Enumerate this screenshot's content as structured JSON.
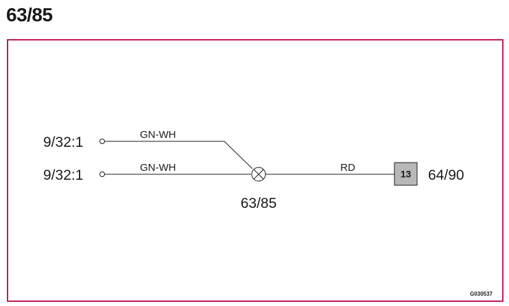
{
  "page": {
    "title": "63/85"
  },
  "diagram": {
    "inputs": [
      {
        "label": "9/32:1",
        "wire_color": "GN-WH"
      },
      {
        "label": "9/32:1",
        "wire_color": "GN-WH"
      }
    ],
    "junction": {
      "label": "63/85"
    },
    "output_wire": {
      "color": "RD"
    },
    "connector": {
      "pin": "13",
      "label": "64/90",
      "fill": "#b8b8b8"
    },
    "frame_color": "#c2185b",
    "figure_code": "G030537"
  }
}
